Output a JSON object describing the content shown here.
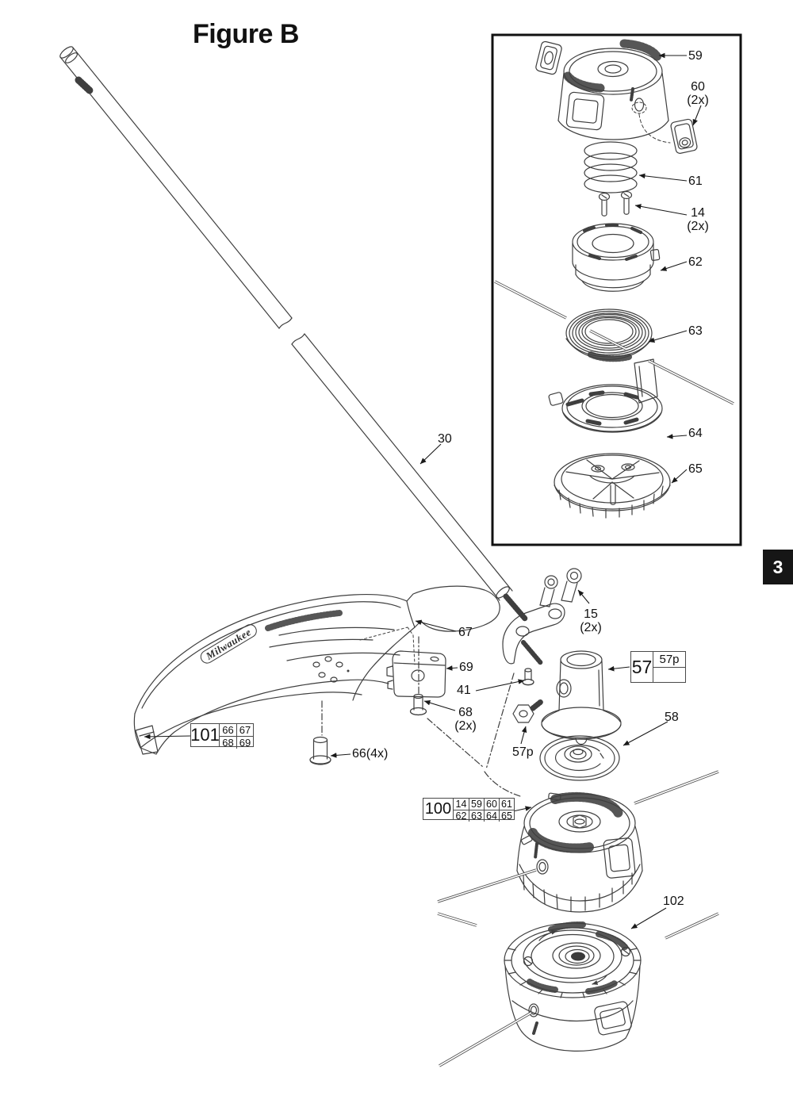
{
  "figure": {
    "title": "Figure B",
    "page_tab": "3"
  },
  "brand": {
    "guard_logo": "Milwaukee"
  },
  "callouts": {
    "c30": "30",
    "c59": "59",
    "c60": "60",
    "c60_qty": "(2x)",
    "c61": "61",
    "c14": "14",
    "c14_qty": "(2x)",
    "c62": "62",
    "c63": "63",
    "c64": "64",
    "c65": "65",
    "c15": "15",
    "c15_qty": "(2x)",
    "c41": "41",
    "c67": "67",
    "c68": "68",
    "c68_qty": "(2x)",
    "c69": "69",
    "c66": "66(4x)",
    "c57p": "57p",
    "c58": "58",
    "c102": "102"
  },
  "boxes": {
    "b57": {
      "main": "57",
      "sub_top": "57p",
      "sub_bottom": ""
    },
    "b100": {
      "main": "100",
      "row1": [
        "14",
        "59",
        "60",
        "61"
      ],
      "row2": [
        "62",
        "63",
        "64",
        "65"
      ]
    },
    "b101": {
      "main": "101",
      "row1": [
        "66",
        "67"
      ],
      "row2": [
        "68",
        "69"
      ]
    }
  }
}
